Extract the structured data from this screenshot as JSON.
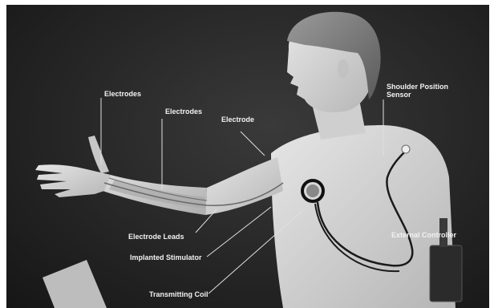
{
  "labels": {
    "electrodes_hand": "Electrodes",
    "electrodes_forearm": "Electrodes",
    "electrode_upper": "Electrode",
    "shoulder_sensor": "Shoulder Position Sensor",
    "electrode_leads": "Electrode Leads",
    "implanted_stimulator": "Implanted Stimulator",
    "transmitting_coil": "Transmitting Coil",
    "external_controller": "External Controller"
  },
  "colors": {
    "background": "#262626",
    "skin": "#d9d9d9",
    "lead_wire": "#1a1a1a",
    "label_text": "#f2f2f2"
  }
}
